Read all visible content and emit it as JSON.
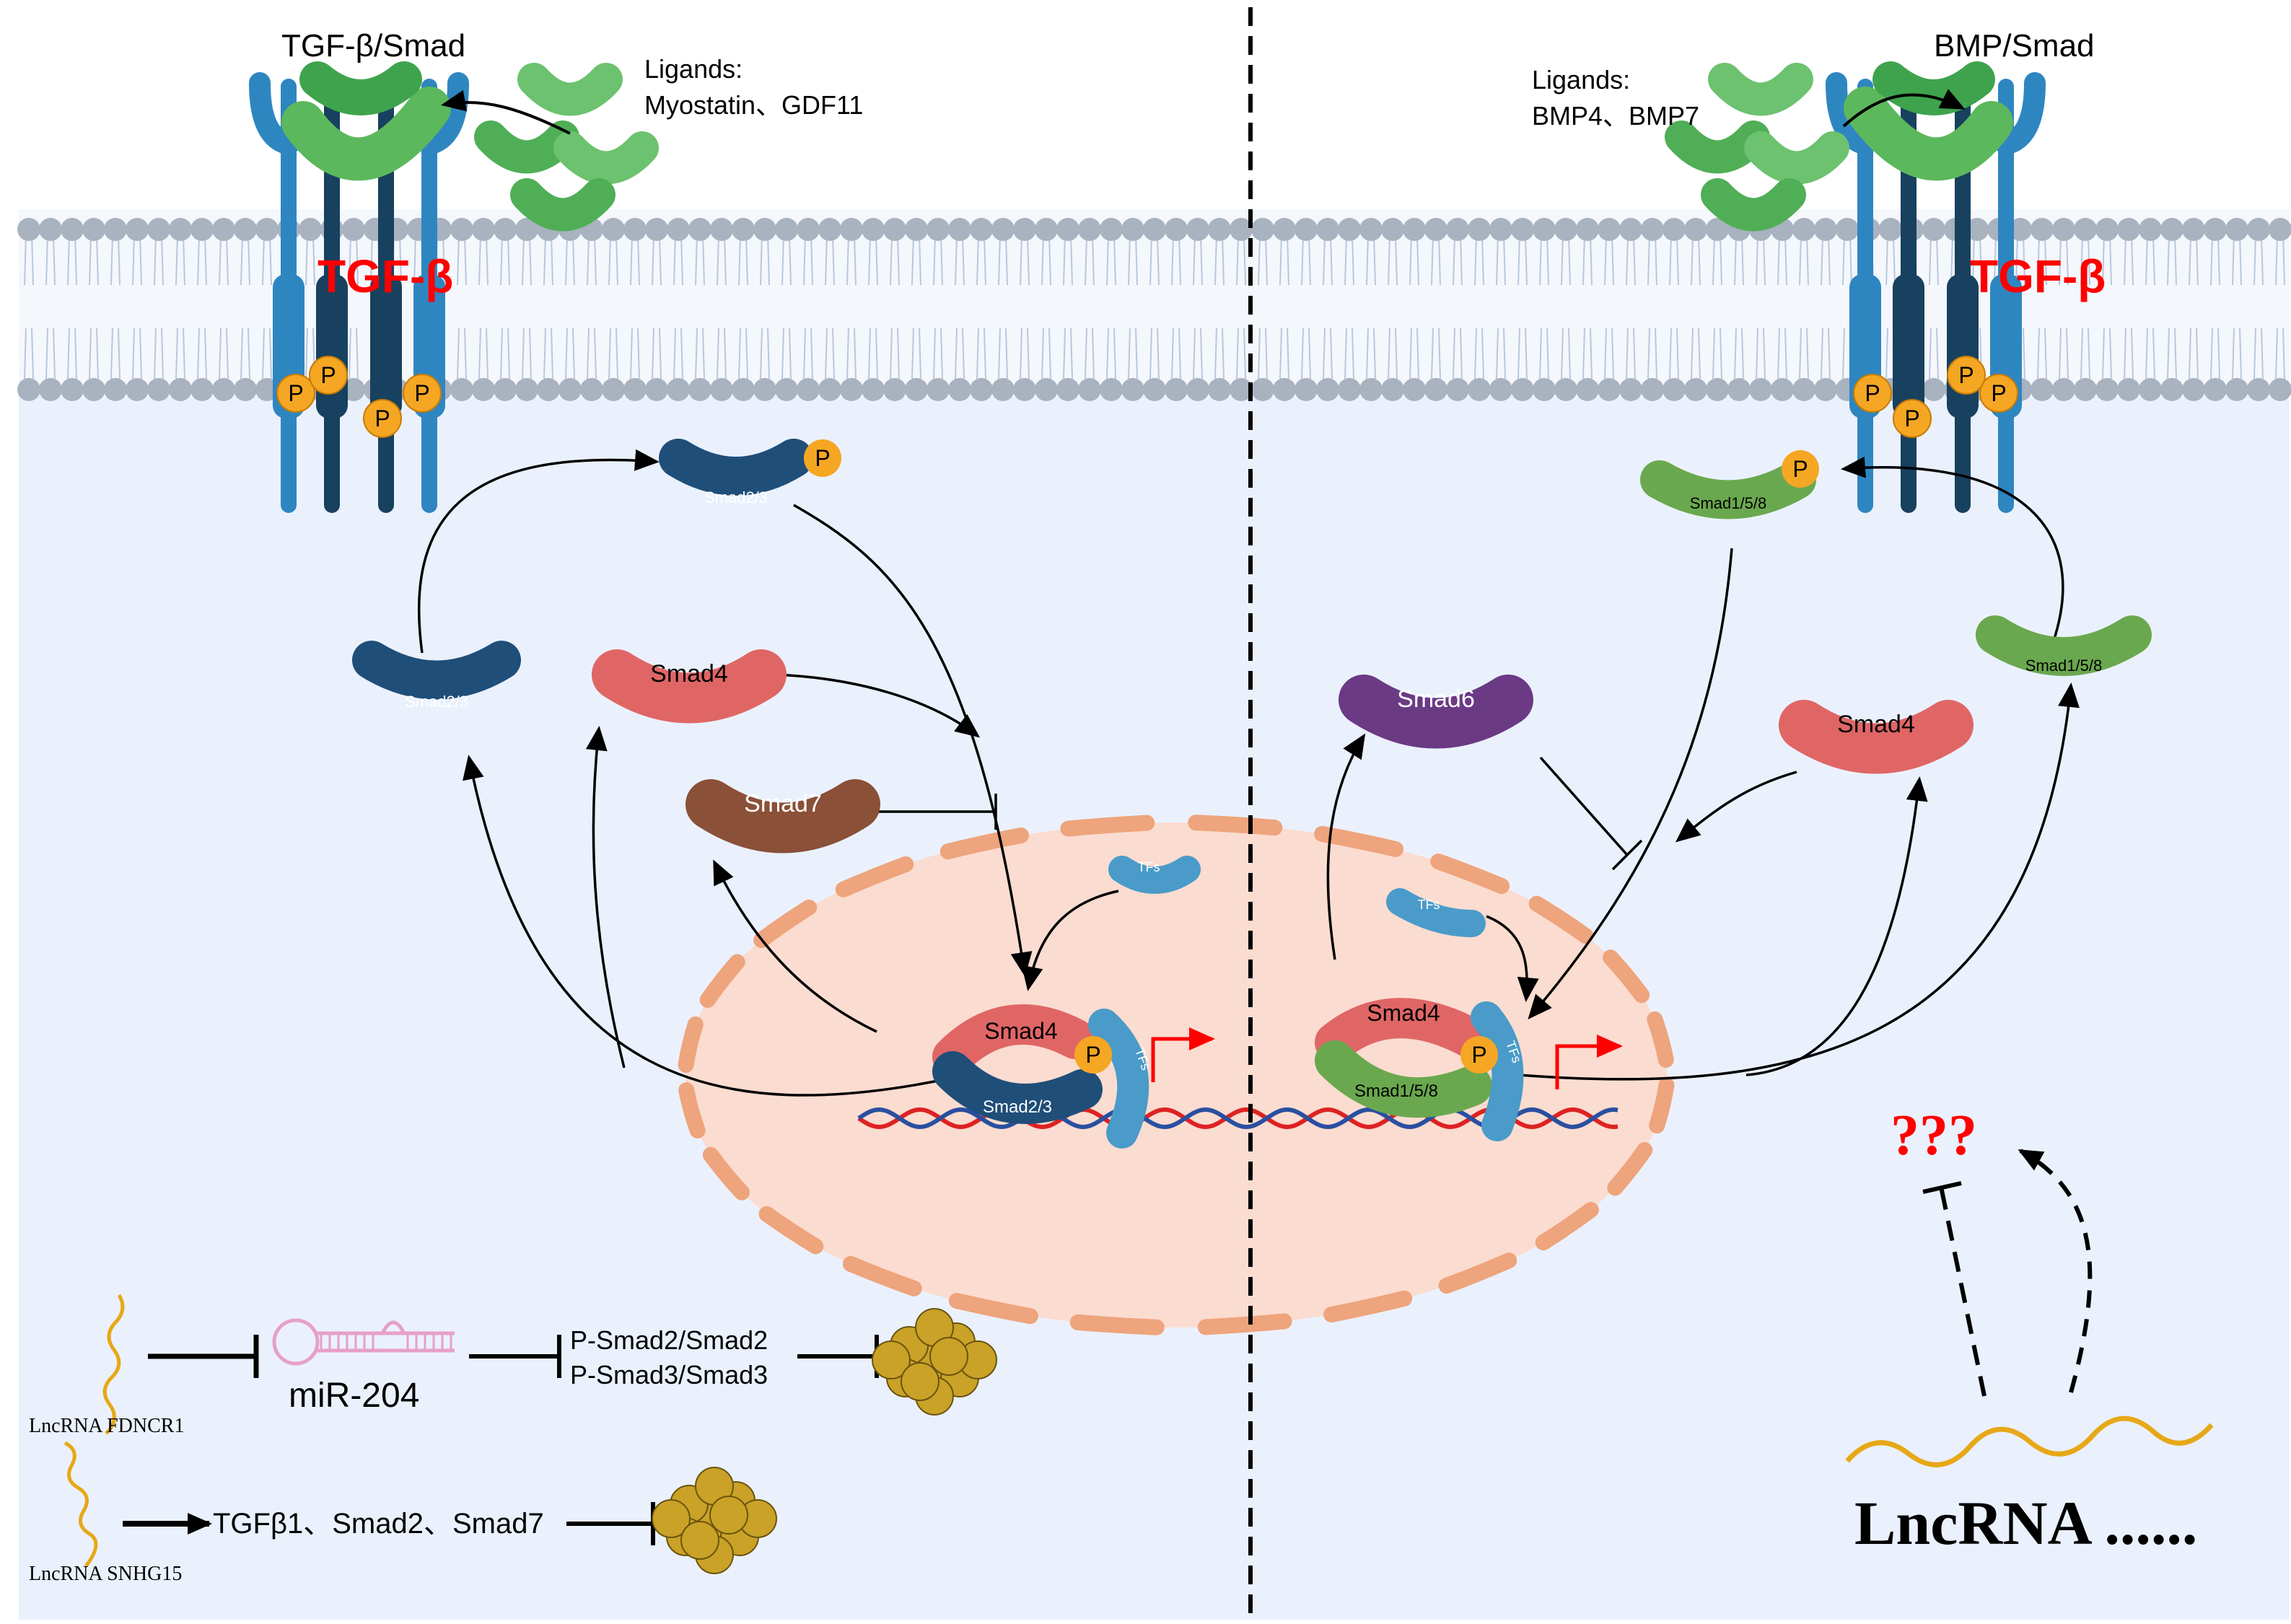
{
  "left_pathway": {
    "title": "TGF-β/Smad",
    "ligands_label": "Ligands:",
    "ligands_names": "Myostatin、GDF11",
    "receptor_label": "TGF-β"
  },
  "right_pathway": {
    "title": "BMP/Smad",
    "ligands_label": "Ligands:",
    "ligands_names": "BMP4、BMP7",
    "receptor_label": "TGF-β"
  },
  "phospho_label": "P",
  "proteins": {
    "smad23": "Smad2/3",
    "smad4": "Smad4",
    "smad7": "Smad7",
    "smad6": "Smad6",
    "smad158": "Smad1/5/8",
    "tfs": "TFs"
  },
  "lncrna_bottom": {
    "fdncr1_label": "LncRNA FDNCR1",
    "mir204_label": "miR-204",
    "psmad2_label": "P-Smad2/Smad2",
    "psmad3_label": "P-Smad3/Smad3",
    "snhg15_label": "LncRNA SNHG15",
    "snhg15_targets": "TGFβ1、Smad2、Smad7"
  },
  "unknown": {
    "question": "???",
    "lncrna_label": "LncRNA ......"
  },
  "colors": {
    "cytoplasm": "#eaf1fd",
    "membrane_head": "#a9b2bf",
    "nucleus_fill": "#fbdcd0",
    "nucleus_border": "#eea47c",
    "smad23": "#1f4e79",
    "smad4": "#e06666",
    "smad7": "#8a5038",
    "smad6": "#6b3a85",
    "smad158": "#6aa84f",
    "tfs": "#4a9bc9",
    "phospho": "#f5a623",
    "ligand": "#5cb85c",
    "receptor_light": "#2e86c1",
    "receptor_dark": "#17415f",
    "accent_red": "#ff0000"
  }
}
